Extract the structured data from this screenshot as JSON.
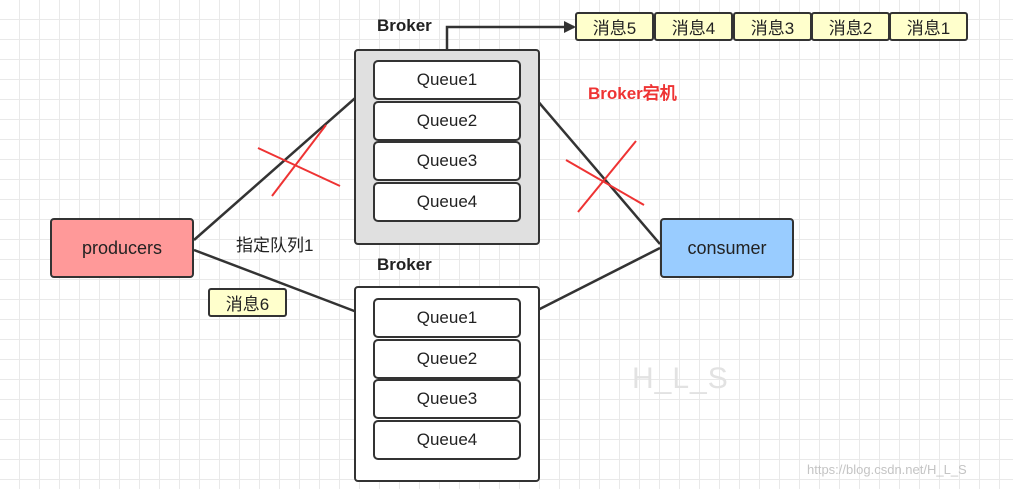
{
  "top_broker": {
    "title": "Broker",
    "queues": [
      "Queue1",
      "Queue2",
      "Queue3",
      "Queue4"
    ]
  },
  "bottom_broker": {
    "title": "Broker",
    "queues": [
      "Queue1",
      "Queue2",
      "Queue3",
      "Queue4"
    ]
  },
  "producer": {
    "label": "producers",
    "color": "#ff9999"
  },
  "consumer": {
    "label": "consumer",
    "color": "#99ccff"
  },
  "message_queue": [
    "消息5",
    "消息4",
    "消息3",
    "消息2",
    "消息1"
  ],
  "pending_message": "消息6",
  "route_label": "指定队列1",
  "broker_down_label": "Broker宕机",
  "colors": {
    "failure": "#ee3333",
    "message": "#ffffcc",
    "broker_down_fill": "#e0e0e0"
  },
  "watermark": "H_L_S",
  "credit": "https://blog.csdn.net/H_L_S"
}
